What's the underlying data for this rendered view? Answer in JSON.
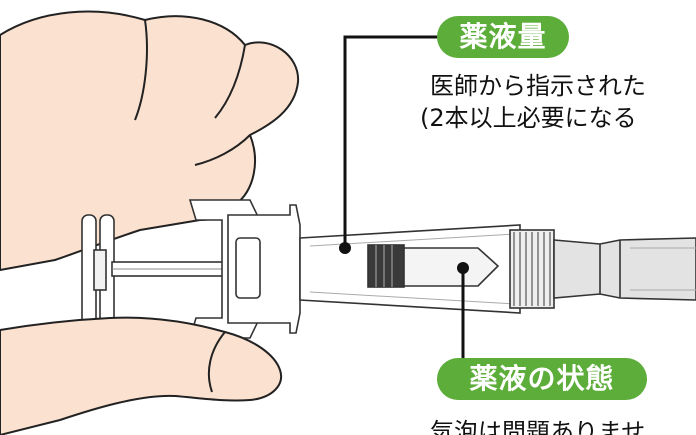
{
  "labels": {
    "top_pill": "薬液量",
    "bottom_pill": "薬液の状態"
  },
  "texts": {
    "top_line1": "医師から指示された",
    "top_line2": "(2本以上必要になる",
    "bottom_line1": "気泡は問題ありませ"
  },
  "colors": {
    "accent_green": "#5dad3a",
    "skin": "#fbe1cf",
    "outline": "#222222",
    "leader_line": "#111111"
  }
}
